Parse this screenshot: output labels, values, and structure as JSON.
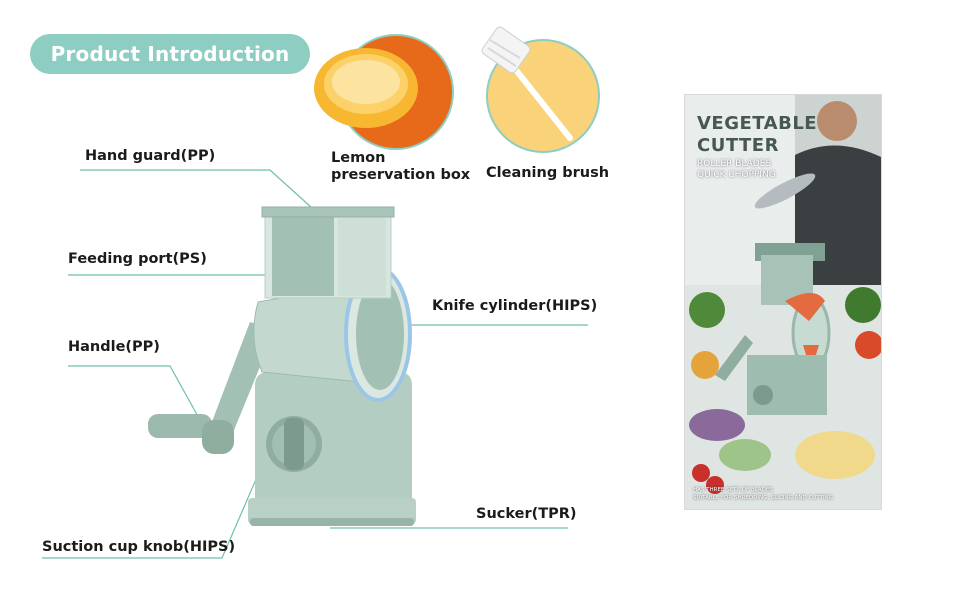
{
  "header": {
    "title": "Product Introduction"
  },
  "accessories": [
    {
      "label": "Lemon\npreservation box",
      "line1": "Lemon",
      "line2": "preservation box"
    },
    {
      "label": "Cleaning brush"
    }
  ],
  "parts": {
    "hand_guard": "Hand guard(PP)",
    "feeding_port": "Feeding port(PS)",
    "handle": "Handle(PP)",
    "knife_cylinder": "Knife cylinder(HIPS)",
    "sucker": "Sucker(TPR)",
    "suction_cup_knob": "Suction cup knob(HIPS)"
  },
  "package": {
    "title_line1": "VEGETABLE",
    "title_line2": "CUTTER",
    "subtitle_line1": "ROLLER BLADES",
    "subtitle_line2": "QUICK CHOPPING",
    "footer_line1": "HAS THREE SETS OF BLADES",
    "footer_line2": "SUITABLE FOR SHREDDING, SLICING AND CUTTING"
  },
  "colors": {
    "accent": "#8dcdc2",
    "product_body": "#a7c3b8",
    "product_dark": "#7f9e92",
    "leader_line": "#6fbfb2"
  }
}
